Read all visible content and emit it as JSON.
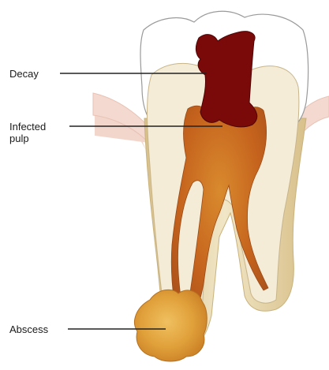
{
  "diagram": {
    "labels": {
      "decay": "Decay",
      "infected_pulp": "Infected\npulp",
      "abscess": "Abscess"
    },
    "colors": {
      "enamel": "#ffffff",
      "dentin": "#f3ead2",
      "root_surface": "#e2cf9c",
      "gum": "#f2d6cc",
      "decay": "#7a0a0a",
      "pulp": "#c5631d",
      "abscess": "#e2a13d",
      "leader_line": "#222222"
    }
  }
}
